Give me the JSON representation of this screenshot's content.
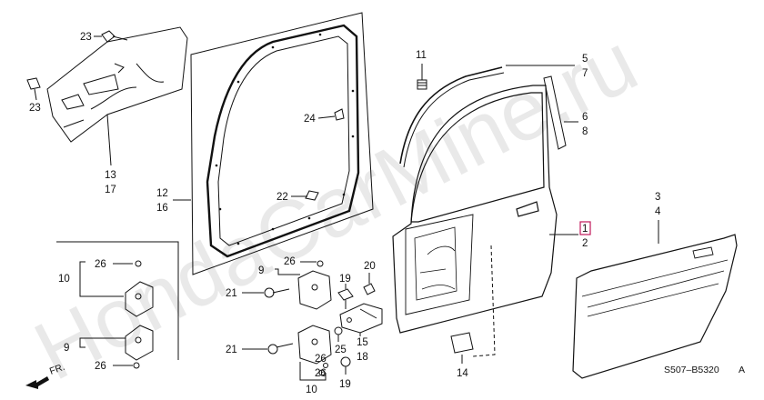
{
  "watermark": "HondaCarMine.ru",
  "labels": {
    "l23a": "23",
    "l23b": "23",
    "l13": "13",
    "l17": "17",
    "l12": "12",
    "l16": "16",
    "l24": "24",
    "l22": "22",
    "l11": "11",
    "l5": "5",
    "l7": "7",
    "l6": "6",
    "l8": "8",
    "l1": "1",
    "l2": "2",
    "l3": "3",
    "l4": "4",
    "l14": "14",
    "l10a": "10",
    "l26a": "26",
    "l9a": "9",
    "l26b": "26",
    "l9b": "9",
    "l26c": "26",
    "l21a": "21",
    "l19a": "19",
    "l20": "20",
    "l21b": "21",
    "l15": "15",
    "l18": "18",
    "l26d": "26",
    "l25": "25",
    "l10b": "10",
    "l19b": "19",
    "l26e": "26"
  },
  "fr_label": "FR.",
  "diagram_code": "S507–B5320",
  "diagram_code_suffix": "A"
}
